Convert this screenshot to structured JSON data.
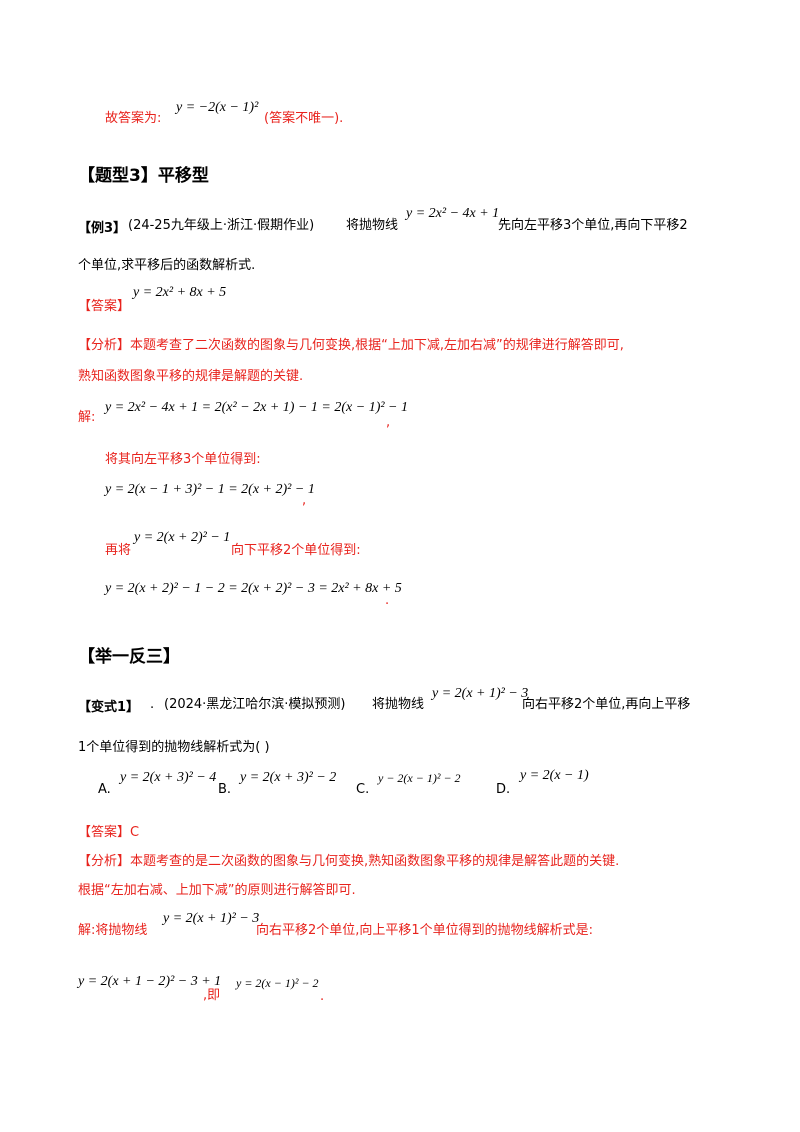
{
  "intro": {
    "prefix": "故答案为:",
    "formula": "y = −2(x − 1)²",
    "suffix": "(答案不唯一)."
  },
  "type3": {
    "heading": "【题型3】平移型"
  },
  "example3": {
    "label": "【例3】",
    "source": "(24-25九年级上·浙江·假期作业)",
    "text_a": "将抛物线",
    "formula": "y = 2x² − 4x + 1",
    "text_b": "先向左平移3个单位,再向下平移2",
    "line2": "个单位,求平移后的函数解析式.",
    "answer_label": "【答案】",
    "answer_formula": "y = 2x² + 8x + 5",
    "analysis_line1": "【分析】本题考查了二次函数的图象与几何变换,根据“上加下减,左加右减”的规律进行解答即可,",
    "analysis_line2": "熟知函数图象平移的规律是解题的关键.",
    "solution_label": "解:",
    "solution_step1": "y = 2x² − 4x + 1 = 2(x² − 2x + 1) − 1 = 2(x − 1)² − 1",
    "solution_step1_end": ",",
    "left_shift_text": "将其向左平移3个单位得到:",
    "solution_step2": "y = 2(x − 1 + 3)² − 1 = 2(x + 2)² − 1",
    "solution_step2_end": ",",
    "down_shift_prefix": "再将",
    "down_shift_formula": "y = 2(x + 2)² − 1",
    "down_shift_suffix": "向下平移2个单位得到:",
    "solution_step3": "y = 2(x + 2)² − 1 − 2 = 2(x + 2)² − 3 = 2x² + 8x + 5",
    "solution_step3_end": "."
  },
  "practice": {
    "heading": "【举一反三】"
  },
  "variant1": {
    "label": "【变式1】",
    "dot": ".",
    "source": "(2024·黑龙江哈尔滨·模拟预测)",
    "text_a": "将抛物线",
    "formula": "y = 2(x + 1)² − 3",
    "text_b": "向右平移2个单位,再向上平移",
    "line2": "1个单位得到的抛物线解析式为(    )",
    "options": [
      {
        "letter": "A.",
        "formula": "y = 2(x + 3)² − 4"
      },
      {
        "letter": "B.",
        "formula": "y = 2(x + 3)² − 2"
      },
      {
        "letter": "C.",
        "formula": "y − 2(x − 1)² − 2"
      },
      {
        "letter": "D.",
        "formula": "y = 2(x − 1)"
      }
    ],
    "answer_label": "【答案】C",
    "analysis_line1": "【分析】本题考查的是二次函数的图象与几何变换,熟知函数图象平移的规律是解答此题的关键.",
    "analysis_line2": "根据“左加右减、上加下减”的原则进行解答即可.",
    "solution_prefix": "解:将抛物线",
    "solution_formula": "y = 2(x + 1)² − 3",
    "solution_suffix": "向右平移2个单位,向上平移1个单位得到的抛物线解析式是:",
    "final_formula": "y = 2(x + 1 − 2)² − 3 + 1",
    "final_mid": ",即",
    "final_result": "y = 2(x − 1)² − 2",
    "final_end": "."
  }
}
